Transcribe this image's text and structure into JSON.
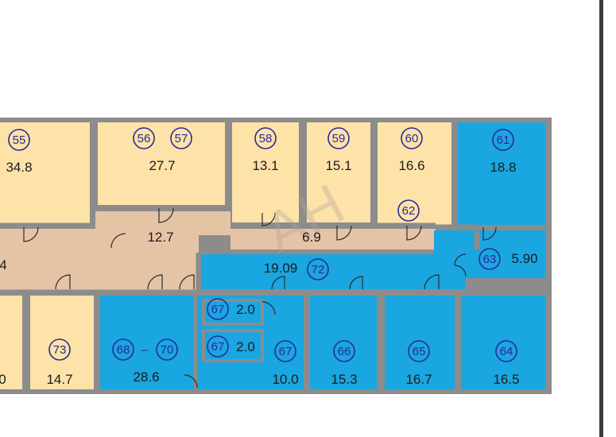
{
  "rooms": {
    "r55": {
      "number": "55",
      "area": "34.8"
    },
    "r56": {
      "number": "56",
      "number2": "57",
      "area": "27.7"
    },
    "r58": {
      "number": "58",
      "area": "13.1"
    },
    "r59": {
      "number": "59",
      "area": "15.1"
    },
    "r60": {
      "number": "60",
      "area": "16.6"
    },
    "r61": {
      "number": "61",
      "area": "18.8"
    },
    "r62": {
      "number": "62"
    },
    "corr_a": {
      "area": "12.7"
    },
    "corr_b": {
      "area": "6.9"
    },
    "corr_left": {
      "area": "4"
    },
    "r72": {
      "number": "72",
      "area": "19.09"
    },
    "r63": {
      "number": "63",
      "area": "5.90"
    },
    "r67a": {
      "number": "67",
      "area": "2.0"
    },
    "r67b": {
      "number": "67",
      "area": "2.0"
    },
    "r67c": {
      "number": "67",
      "area": "10.0"
    },
    "r68": {
      "number": "68",
      "number2": "70",
      "dash": "–",
      "area": "28.6"
    },
    "r73": {
      "number": "73",
      "area": "14.7"
    },
    "r66": {
      "number": "66",
      "area": "15.3"
    },
    "r65": {
      "number": "65",
      "area": "16.7"
    },
    "r64": {
      "number": "64",
      "area": "16.5"
    },
    "left_edge": {
      "area": "0"
    }
  },
  "watermark": "AH",
  "colors": {
    "office": "#fde3a8",
    "corridor": "#e5c4a6",
    "highlight": "#1aa6e0",
    "wall": "#8c8c8c",
    "label_blue": "#2a2a9a"
  }
}
